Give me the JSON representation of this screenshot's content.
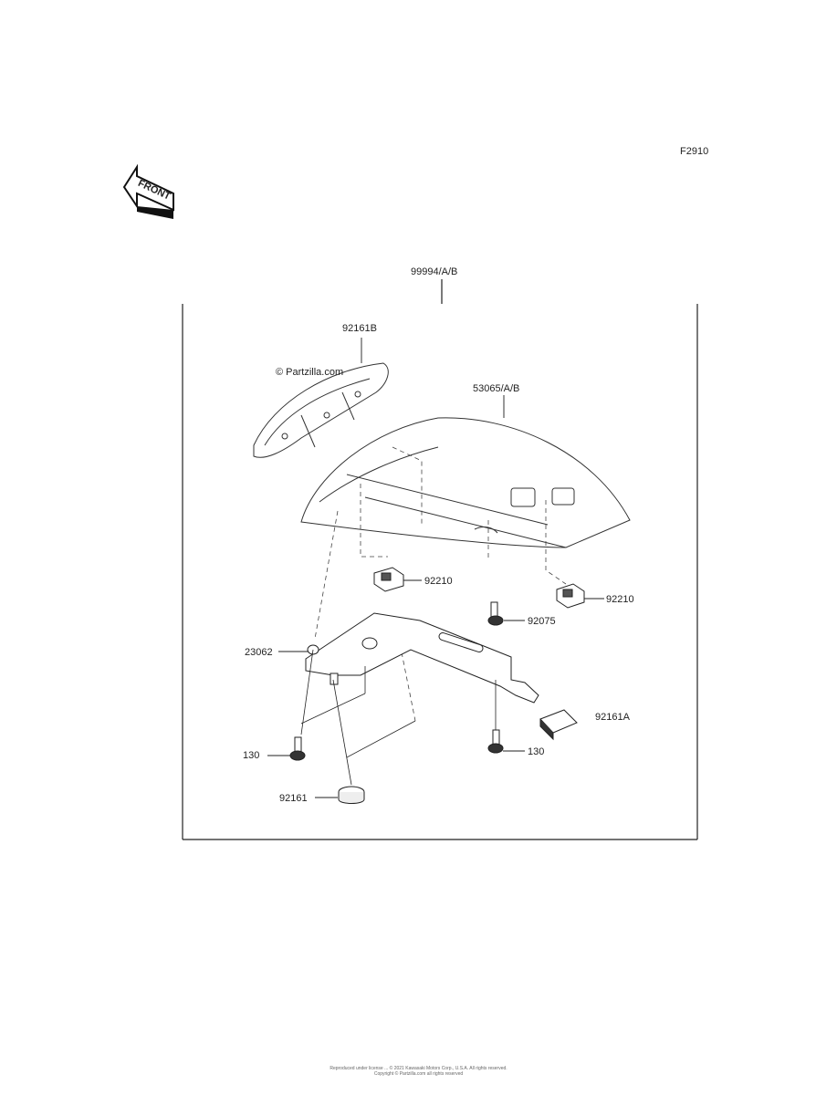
{
  "figure_code": "F2910",
  "front_arrow_label": "FRONT",
  "watermark": "© Partzilla.com",
  "parts": {
    "kit": "99994/A/B",
    "cover_top": "92161B",
    "seat_cover": "53065/A/B",
    "clip_left": "92210",
    "clip_right": "92210",
    "screw": "92075",
    "bracket": "23062",
    "pad_right": "92161A",
    "bolt_left": "130",
    "bolt_right": "130",
    "damper": "92161"
  },
  "footer": {
    "line1": "Reproduced under license ... © 2021 Kawasaki Motors Corp., U.S.A. All rights reserved.",
    "line2": "Copyright © Partzilla.com all rights reserved"
  }
}
